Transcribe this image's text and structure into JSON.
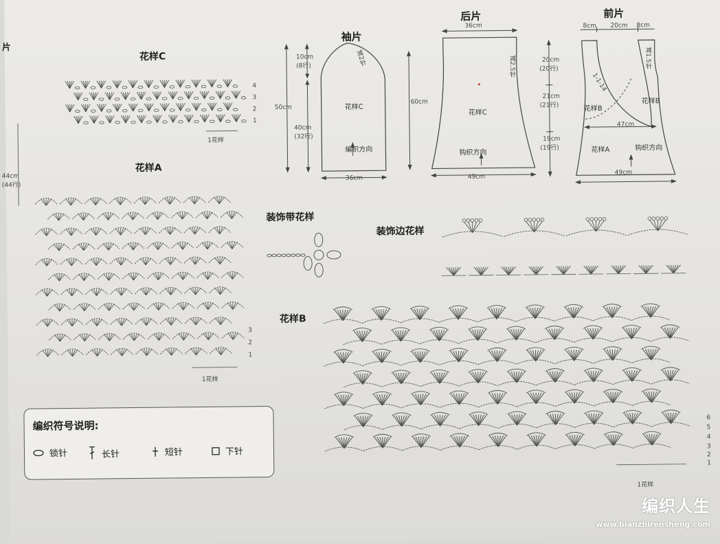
{
  "pattern_c": {
    "title": "花样C",
    "repeat": "1花样",
    "rows": [
      "4",
      "3",
      "2",
      "1"
    ]
  },
  "pattern_a": {
    "title": "花样A",
    "repeat": "1花样",
    "rows": [
      "3",
      "2",
      "1"
    ]
  },
  "pattern_b": {
    "title": "花样B",
    "repeat": "1花样",
    "rows": [
      "6",
      "5",
      "4",
      "3",
      "2",
      "1"
    ]
  },
  "decor_band": {
    "title": "装饰带花样"
  },
  "decor_edge": {
    "title": "装饰边花样"
  },
  "sleeve": {
    "title": "袖片",
    "total_height": "50cm",
    "top_height": "10cm",
    "top_rows": "(8行)",
    "bottom_height": "40cm",
    "bottom_rows": "(32行)",
    "width": "36cm",
    "pattern": "花样C",
    "direction": "编织方向",
    "decrease": "减2针"
  },
  "back": {
    "title": "后片",
    "top_width": "36cm",
    "height": "60cm",
    "bottom_width": "49cm",
    "pattern": "花样C",
    "direction": "钩织方向",
    "decrease": "减2.5针"
  },
  "front": {
    "title": "前片",
    "top_segments": [
      "8cm",
      "20cm",
      "8cm"
    ],
    "side_dims": [
      {
        "cm": "20cm",
        "rows": "(20行)"
      },
      {
        "cm": "21cm",
        "rows": "(21行)"
      },
      {
        "cm": "19cm",
        "rows": "(19行)"
      }
    ],
    "mid_width": "47cm",
    "bottom_width": "49cm",
    "pattern_a": "花样A",
    "pattern_b1": "花样B",
    "pattern_b2": "花样B",
    "direction": "钩织方向",
    "decrease": "减1.5针",
    "slope": "1-1-14"
  },
  "legend": {
    "title": "编织符号说明:",
    "items": [
      {
        "icon": "chain-stitch-icon",
        "label": "锁针"
      },
      {
        "icon": "treble-stitch-icon",
        "label": "长针"
      },
      {
        "icon": "short-stitch-icon",
        "label": "短针"
      },
      {
        "icon": "slip-stitch-icon",
        "label": "下针"
      }
    ]
  },
  "watermark": {
    "brand": "编织人生",
    "url": "www.bianzhirensheng.com"
  },
  "edge_labels": {
    "left_top": "片",
    "left_mid": "44cm",
    "left_mid2": "(44行)"
  }
}
